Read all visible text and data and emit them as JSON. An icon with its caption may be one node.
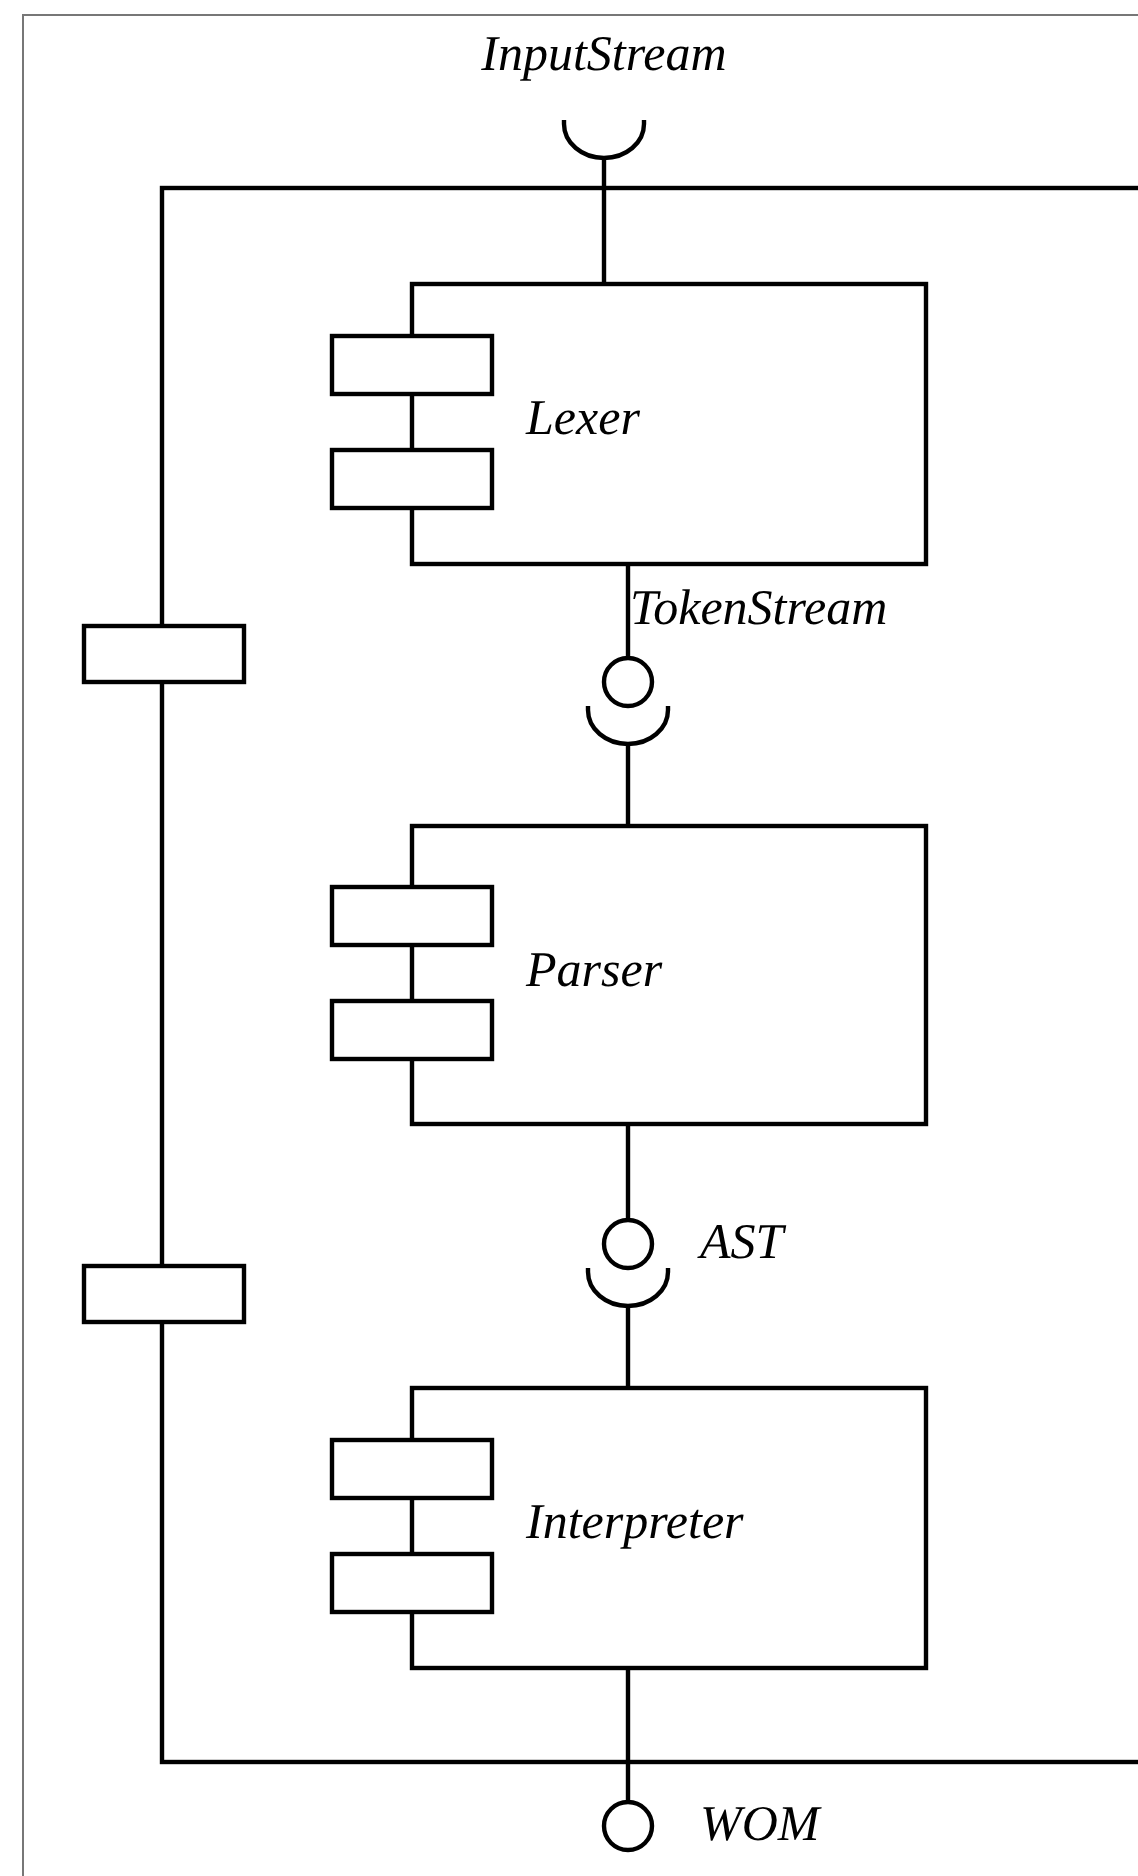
{
  "diagram": {
    "nodes": [
      {
        "text": [],
        "shape": "box"
      },
      {
        "text": [
          "Lexer"
        ],
        "in": 0
      },
      {
        "text": [
          "Parser"
        ],
        "in": 0
      },
      {
        "text": [
          "Interpreter"
        ],
        "in": 0
      },
      {
        "text": [
          "InputStream"
        ]
      },
      {
        "text": [
          "TokenStream"
        ],
        "in": 0
      },
      {
        "text": [
          "AST"
        ],
        "in": 0
      },
      {
        "text": [
          "WOM"
        ]
      }
    ],
    "edges": [
      {
        "from": 4,
        "to": 1,
        "arrow": "none"
      },
      {
        "from": 1,
        "to": 5,
        "arrow": "none"
      },
      {
        "from": 5,
        "to": 2,
        "arrow": "none"
      },
      {
        "from": 2,
        "to": 6,
        "arrow": "none"
      },
      {
        "from": 6,
        "to": 3,
        "arrow": "none"
      },
      {
        "from": 3,
        "to": 7,
        "arrow": "none"
      }
    ]
  }
}
